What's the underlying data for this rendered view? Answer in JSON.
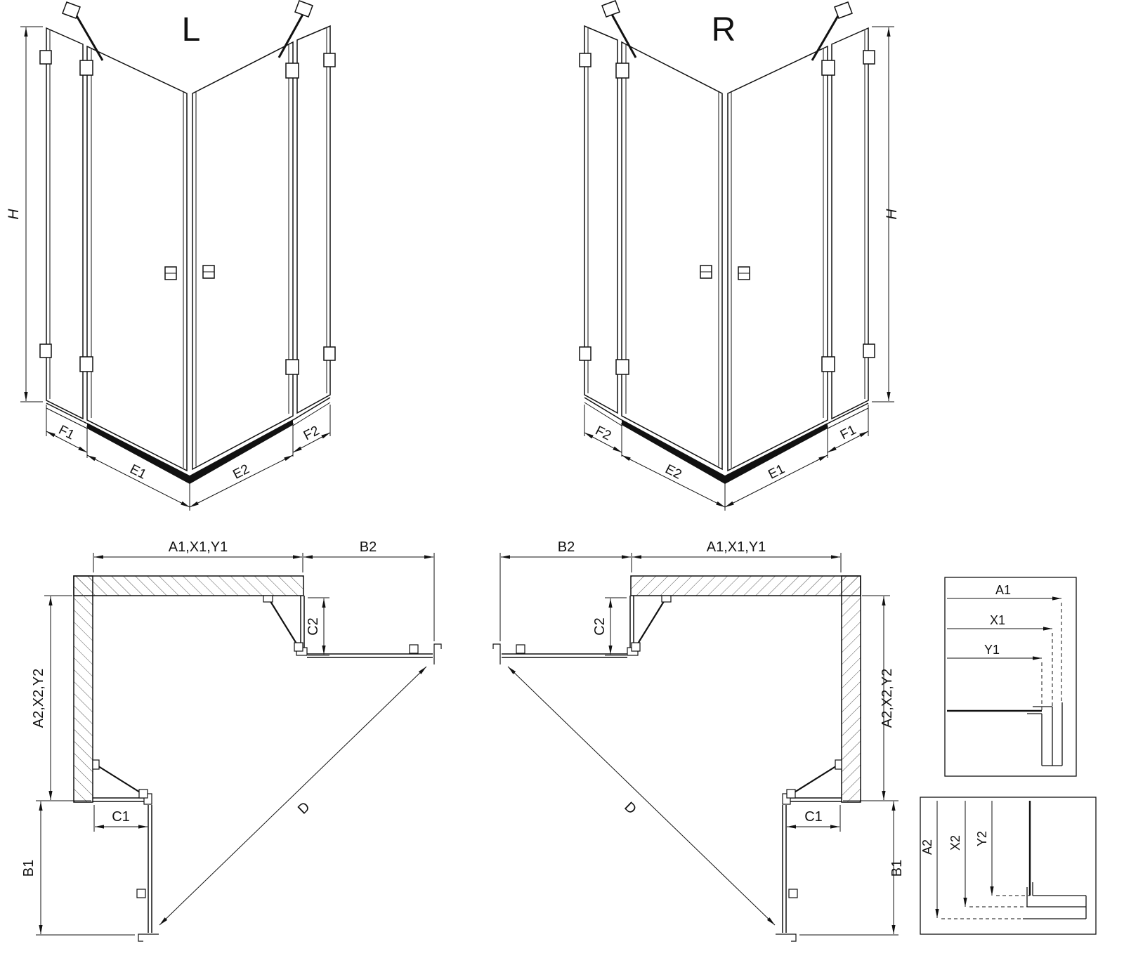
{
  "titles": {
    "left": "L",
    "right": "R"
  },
  "persp": {
    "h": "H",
    "f1": "F1",
    "e1": "E1",
    "e2": "E2",
    "f2": "F2"
  },
  "plan": {
    "a1": "A1,X1,Y1",
    "b2": "B2",
    "c2": "C2",
    "a2": "A2,X2,Y2",
    "c1": "C1",
    "b1": "B1",
    "d": "D"
  },
  "detail_top": {
    "a1": "A1",
    "x1": "X1",
    "y1": "Y1"
  },
  "detail_bottom": {
    "a2": "A2",
    "x2": "X2",
    "y2": "Y2"
  },
  "colors": {
    "line": "#111111",
    "background": "#ffffff",
    "hatch": "#555555"
  }
}
